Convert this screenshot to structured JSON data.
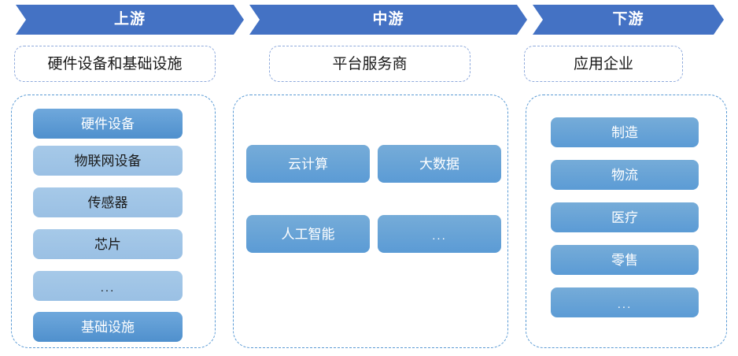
{
  "colors": {
    "banner": "#4472C4",
    "chip_dark": "#4F90CD",
    "chip_mid": "#5B9BD5",
    "chip_light": "#9AC0E4",
    "dash_border": "#5B9BD5",
    "label_border": "#8FAADC"
  },
  "stages": [
    {
      "banner": "上游",
      "label": "硬件设备和基础设施"
    },
    {
      "banner": "中游",
      "label": "平台服务商"
    },
    {
      "banner": "下游",
      "label": "应用企业"
    }
  ],
  "columns": [
    {
      "name": "upstream",
      "items": [
        {
          "text": "硬件设备",
          "tone": "dark"
        },
        {
          "text": "物联网设备",
          "tone": "light"
        },
        {
          "text": "传感器",
          "tone": "light"
        },
        {
          "text": "芯片",
          "tone": "light"
        },
        {
          "text": "...",
          "tone": "light"
        },
        {
          "text": "基础设施",
          "tone": "dark"
        }
      ]
    },
    {
      "name": "midstream",
      "items": [
        {
          "text": "云计算",
          "tone": "mid"
        },
        {
          "text": "大数据",
          "tone": "mid"
        },
        {
          "text": "人工智能",
          "tone": "mid"
        },
        {
          "text": "...",
          "tone": "mid"
        }
      ]
    },
    {
      "name": "downstream",
      "items": [
        {
          "text": "制造",
          "tone": "mid"
        },
        {
          "text": "物流",
          "tone": "mid"
        },
        {
          "text": "医疗",
          "tone": "mid"
        },
        {
          "text": "零售",
          "tone": "mid"
        },
        {
          "text": "...",
          "tone": "mid"
        }
      ]
    }
  ]
}
